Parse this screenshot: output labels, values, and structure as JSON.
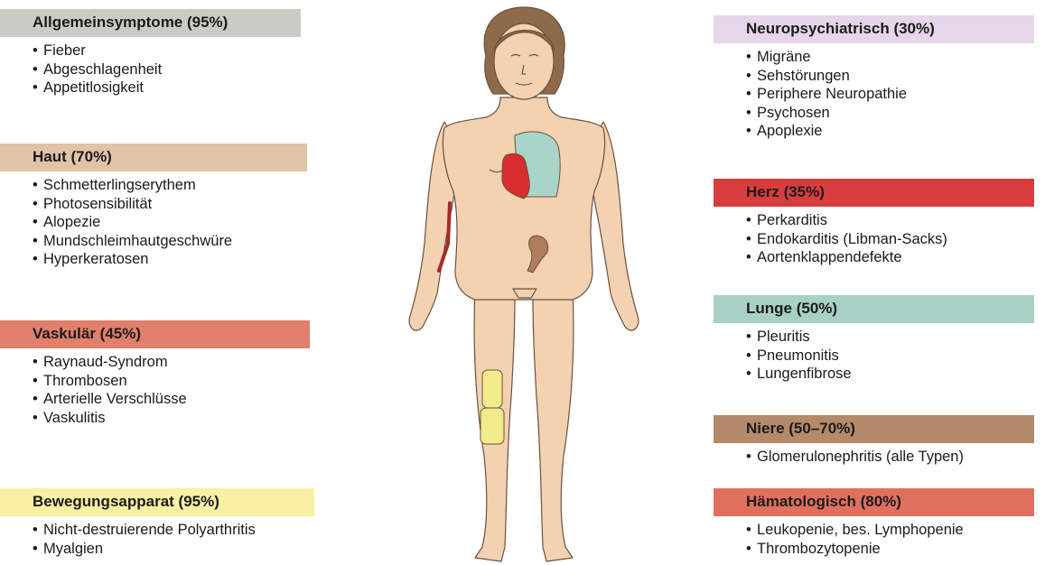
{
  "categories": [
    {
      "id": "allgemein",
      "title": "Allgemeinsymptome (95%)",
      "color": "#c9ccc4",
      "items": [
        "Fieber",
        "Abgeschlagenheit",
        "Appetitlosigkeit"
      ]
    },
    {
      "id": "haut",
      "title": "Haut (70%)",
      "color": "#e1c3a5",
      "items": [
        "Schmetterlingserythem",
        "Photosensibilität",
        "Alopezie",
        "Mundschleimhautgeschwüre",
        "Hyperkeratosen"
      ]
    },
    {
      "id": "vaskulaer",
      "title": "Vaskulär (45%)",
      "color": "#e07f6c",
      "items": [
        "Raynaud-Syndrom",
        "Thrombosen",
        "Arterielle Verschlüsse",
        "Vaskulitis"
      ]
    },
    {
      "id": "bewegung",
      "title": "Bewegungsapparat (95%)",
      "color": "#f8f0a2",
      "items": [
        "Nicht-destruierende Polyarthritis",
        "Myalgien"
      ]
    },
    {
      "id": "neuro",
      "title": "Neuropsychiatrisch (30%)",
      "color": "#e5d6e9",
      "items": [
        "Migräne",
        "Sehstörungen",
        "Periphere Neuropathie",
        "Psychosen",
        "Apoplexie"
      ]
    },
    {
      "id": "herz",
      "title": "Herz (35%)",
      "color": "#d83d3d",
      "items": [
        "Perkarditis",
        "Endokarditis (Libman-Sacks)",
        "Aortenklappendefekte"
      ]
    },
    {
      "id": "lunge",
      "title": "Lunge (50%)",
      "color": "#a7d1c4",
      "items": [
        "Pleuritis",
        "Pneumonitis",
        "Lungenfibrose"
      ]
    },
    {
      "id": "niere",
      "title": "Niere (50–70%)",
      "color": "#b48a6a",
      "items": [
        "Glomerulonephritis (alle Typen)"
      ]
    },
    {
      "id": "haemato",
      "title": "Hämatologisch (80%)",
      "color": "#e0705e",
      "items": [
        "Leukopenie, bes. Lymphopenie",
        "Thrombozytopenie"
      ]
    }
  ],
  "figure": {
    "skin": "#f2d2b0",
    "outline": "#6e5040",
    "hair": "#8c6a4a",
    "heart": "#d82d2d",
    "lung": "#a9d5c8",
    "kidney": "#b07d5c",
    "vessel": "#a52a2a",
    "joint": "#f2ec8c"
  }
}
